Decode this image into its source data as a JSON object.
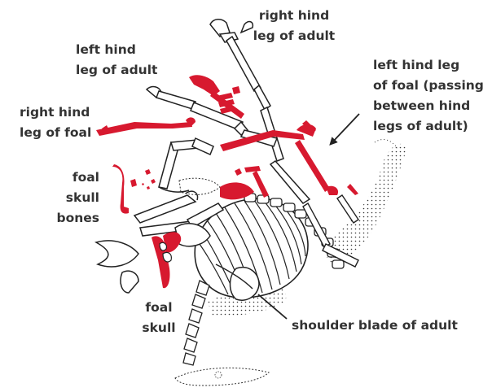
{
  "labels": {
    "right_hind_leg_adult": "right hind\nleg of adult",
    "left_hind_leg_adult": "left hind\nleg of adult",
    "left_hind_leg_foal": "left hind leg\nof foal (passing\nbetween hind\nlegs of adult)",
    "right_hind_leg_foal": "right hind\nleg of foal",
    "foal_skull_bones": "foal\nskull\nbones",
    "foal_skull": "foal\nskull",
    "shoulder_blade_adult": "shoulder blade of adult"
  },
  "colors": {
    "foal_bones": "#d7192f",
    "adult_bones_outline": "#222222",
    "label_text": "#333333"
  }
}
